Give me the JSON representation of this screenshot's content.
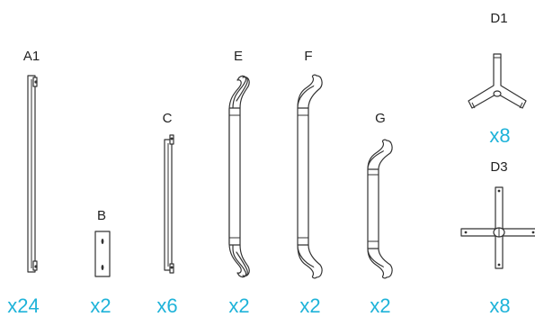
{
  "parts": [
    {
      "id": "A1",
      "qty": "x24"
    },
    {
      "id": "B",
      "qty": "x2"
    },
    {
      "id": "C",
      "qty": "x6"
    },
    {
      "id": "E",
      "qty": "x2"
    },
    {
      "id": "F",
      "qty": "x2"
    },
    {
      "id": "G",
      "qty": "x2"
    },
    {
      "id": "D1",
      "qty": "x8"
    },
    {
      "id": "D3",
      "qty": "x8"
    }
  ],
  "colors": {
    "quantity": "#1fb3d9",
    "label": "#222222",
    "line": "#333333"
  }
}
